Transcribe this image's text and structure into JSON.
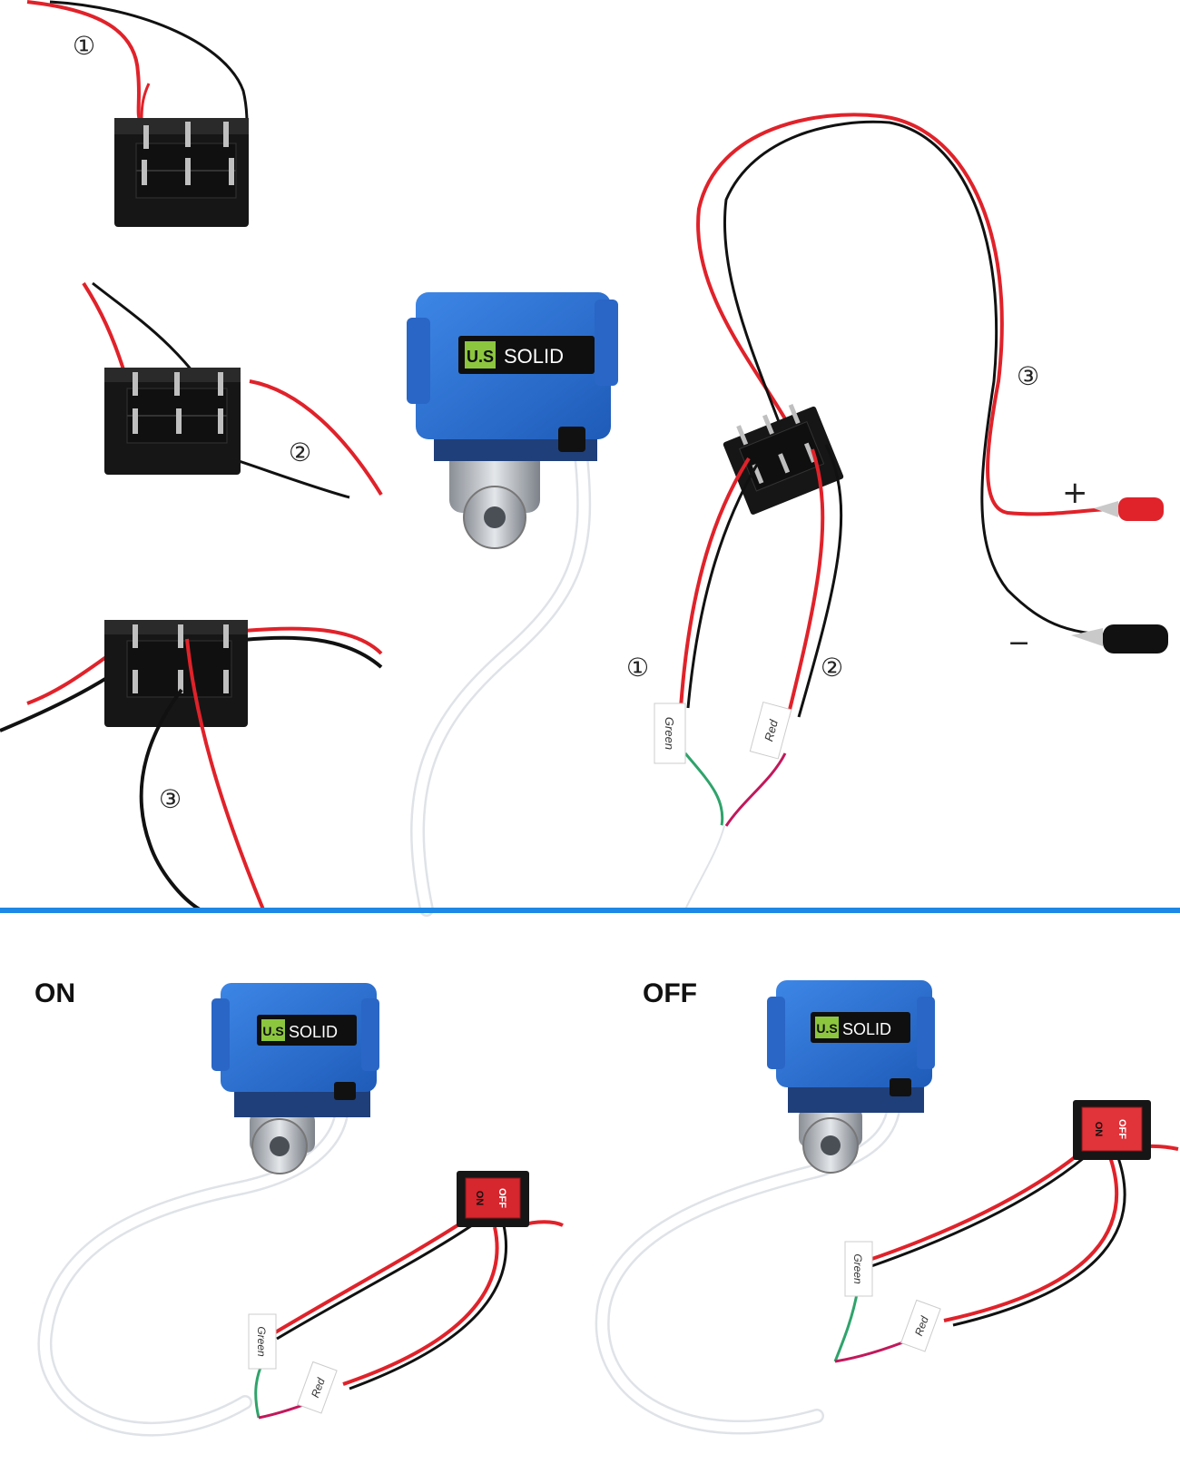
{
  "brand": {
    "us": "U.S",
    "solid": "SOLID"
  },
  "steps": {
    "one": "①",
    "two": "②",
    "three": "③"
  },
  "polarity": {
    "plus": "+",
    "minus": "−"
  },
  "tags": {
    "green": "Green",
    "red": "Red"
  },
  "switch_text": {
    "on": "ON",
    "off": "OFF"
  },
  "states": {
    "on": "ON",
    "off": "OFF"
  },
  "colors": {
    "divider": "#1e88e5",
    "actuator_blue": "#2b6fd0",
    "wire_red": "#e0222a",
    "wire_black": "#111111",
    "wire_green": "#2fa36b",
    "logo_green": "#8cc63f"
  }
}
